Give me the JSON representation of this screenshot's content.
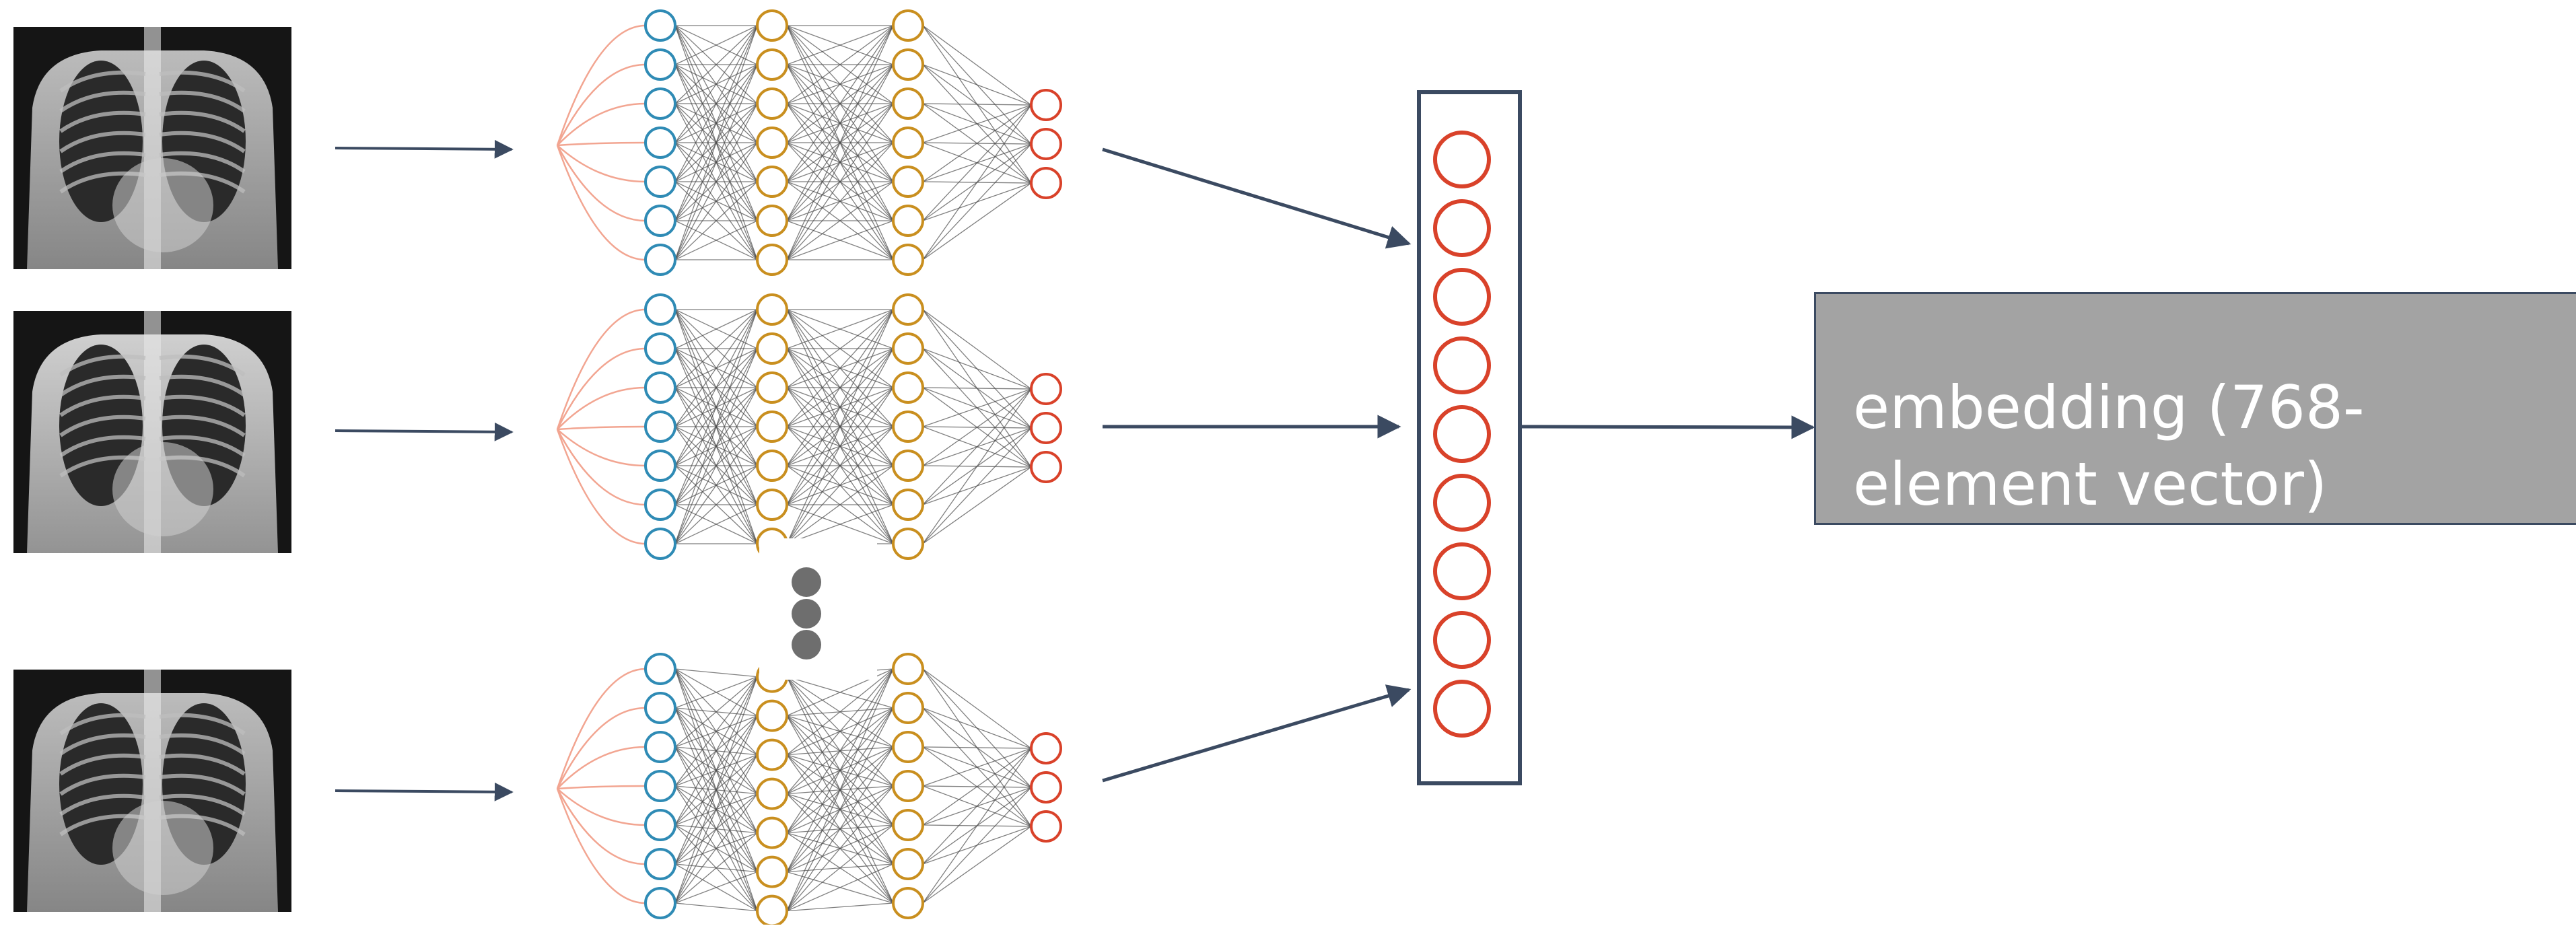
{
  "diagram": {
    "input_image_count": 3,
    "embedding_node_count": 9,
    "colors": {
      "input_layer": "#2f8bb5",
      "hidden_layers": "#c98f1f",
      "output_layer": "#d9422a",
      "fan_in_lines": "#f2a591",
      "arrows": "#3b4a61",
      "edges": "#4a4a4a",
      "ellipsis_dots": "#555555",
      "output_box_fill": "#a3a3a3"
    },
    "output_box": {
      "label": "embedding (768-element vector)"
    }
  }
}
